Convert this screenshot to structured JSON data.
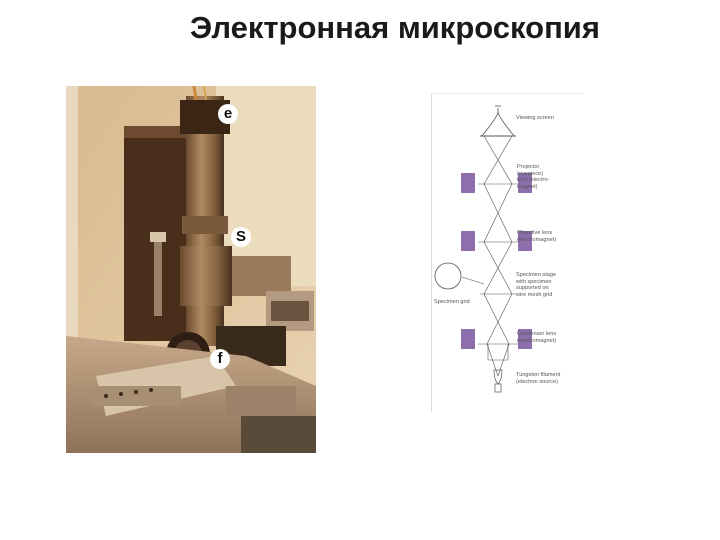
{
  "slide": {
    "title": "Электронная микроскопия"
  },
  "photo": {
    "labels": [
      "e",
      "S",
      "f"
    ]
  },
  "diagram": {
    "labels": {
      "viewing_screen": "Viewing screen",
      "projector": "Projector\n(eyepiece)\nlens (electro-\nmagnet)",
      "objective": "Objective lens\n(electromagnet)",
      "specimen_stage": "Specimen stage\nwith specimen\nsupported on\nwire mesh grid",
      "specimen_grid": "Specimen grid",
      "condenser": "Condenser lens\n(electromagnet)",
      "filament": "Tungsten filament\n(electron source)"
    },
    "colors": {
      "lens": "#8e6fae",
      "lines": "#555555"
    }
  }
}
